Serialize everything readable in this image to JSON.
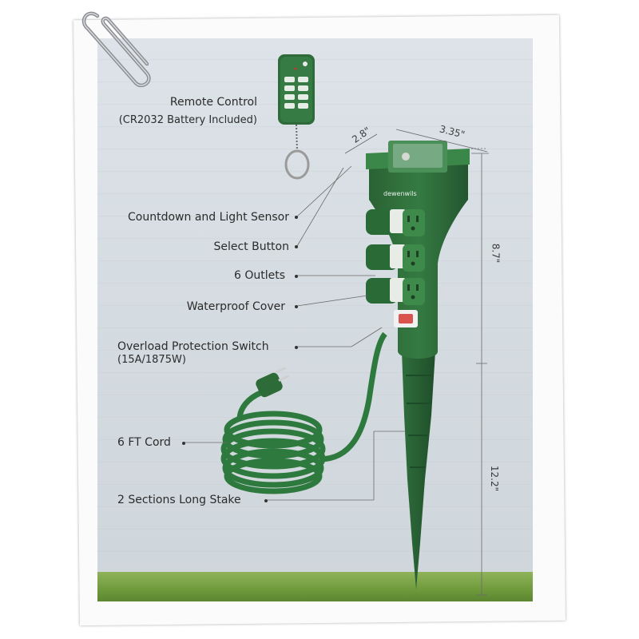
{
  "labels": {
    "remote": "Remote Control",
    "battery": "(CR2032 Battery Included)",
    "countdown": "Countdown and Light Sensor",
    "select": "Select Button",
    "outlets": "6 Outlets",
    "cover": "Waterproof Cover",
    "overload": "Overload Protection Switch",
    "overload_spec": "(15A/1875W)",
    "cord": "6 FT Cord",
    "stake": "2 Sections Long Stake"
  },
  "dimensions": {
    "depth": "2.8\"",
    "width": "3.35\"",
    "body_height": "8.7\"",
    "stake_length": "12.2\""
  },
  "brand": {
    "logo": "dewenwils"
  },
  "colors": {
    "product_green": "#2f6b3a",
    "product_dark": "#245630",
    "cord_green": "#2e7a3e",
    "background": "#d6dde2",
    "grass": "#6f9a3c"
  }
}
